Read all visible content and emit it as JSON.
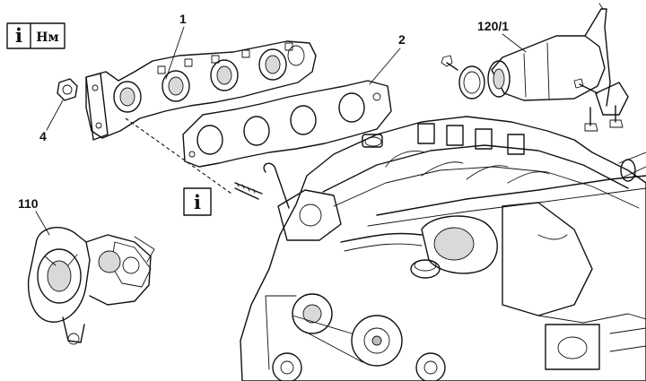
{
  "callouts": {
    "exhaust_manifold": "1",
    "manifold_gasket": "2",
    "nut": "4",
    "turbocharger": "110",
    "catalytic_converter": "120/1"
  },
  "info_boxes": {
    "torque_box_letter": "i",
    "torque_box_unit": "Нм",
    "info_box_letter": "i"
  }
}
